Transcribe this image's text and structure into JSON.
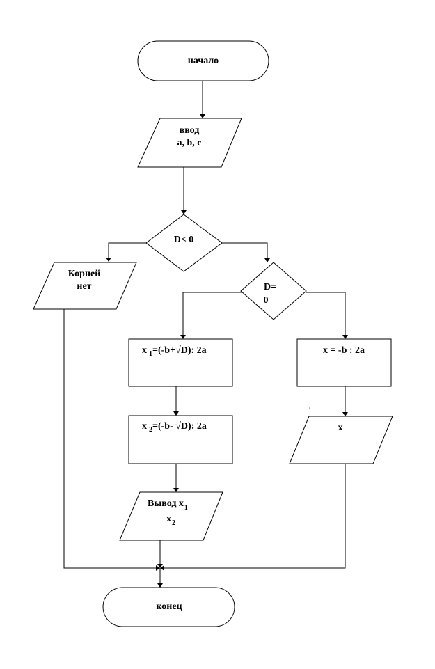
{
  "nodes": {
    "start": {
      "label": "начало"
    },
    "input": {
      "line1": "ввод",
      "line2": "a, b, c"
    },
    "cond_d_neg": {
      "label": "D< 0"
    },
    "no_roots": {
      "line1": "Корней",
      "line2": "нет"
    },
    "cond_d_zero": {
      "line1": "D=",
      "line2": "0"
    },
    "calc_x1": {
      "var": "x",
      "sub": "1",
      "expr": "=(-b+√D): 2a"
    },
    "calc_x2": {
      "var": "x",
      "sub": "2",
      "expr": "=(-b- √D): 2a"
    },
    "calc_x": {
      "label": "x = -b : 2a"
    },
    "output_x": {
      "label": "x"
    },
    "output_x1x2": {
      "prefix": "Вывод x",
      "sub1": "1",
      "var2": "x",
      "sub2": "2"
    },
    "end": {
      "label": "конец"
    }
  }
}
